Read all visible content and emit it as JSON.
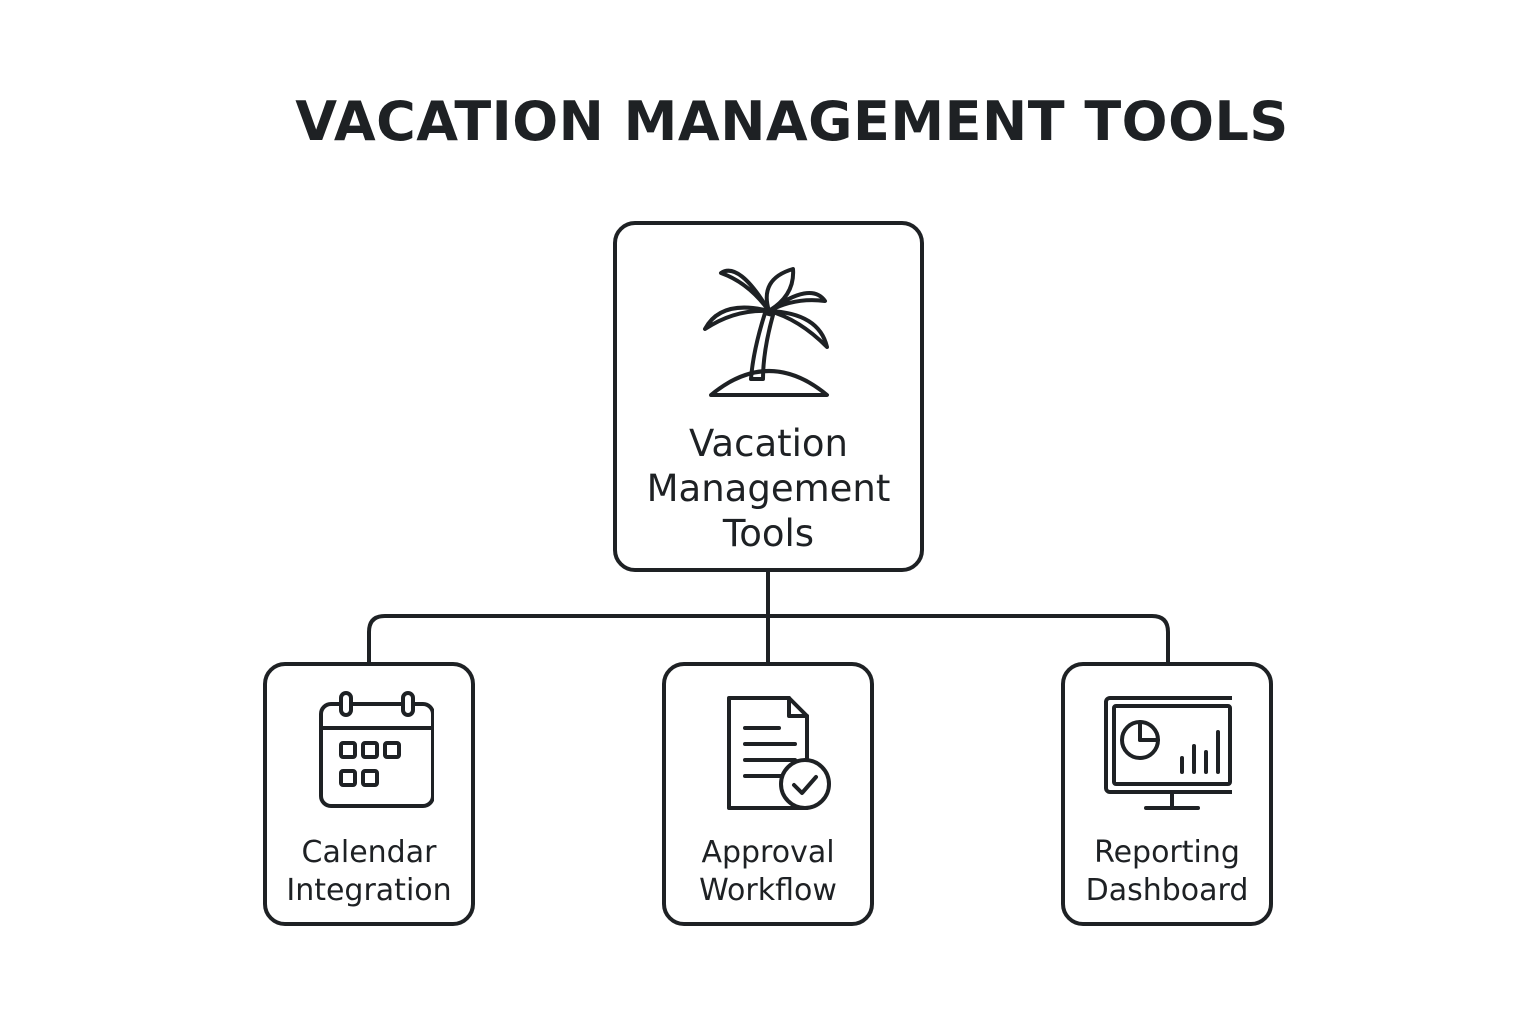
{
  "title": "VACATION MANAGEMENT TOOLS",
  "colors": {
    "ink": "#1e2124",
    "background": "#ffffff"
  },
  "root": {
    "icon": "palm-tree-icon",
    "label_lines": [
      "Vacation",
      "Management",
      "Tools"
    ]
  },
  "children": [
    {
      "icon": "calendar-icon",
      "label_lines": [
        "Calendar",
        "Integration"
      ]
    },
    {
      "icon": "document-check-icon",
      "label_lines": [
        "Approval",
        "Workflow"
      ]
    },
    {
      "icon": "monitor-chart-icon",
      "label_lines": [
        "Reporting",
        "Dashboard"
      ]
    }
  ]
}
